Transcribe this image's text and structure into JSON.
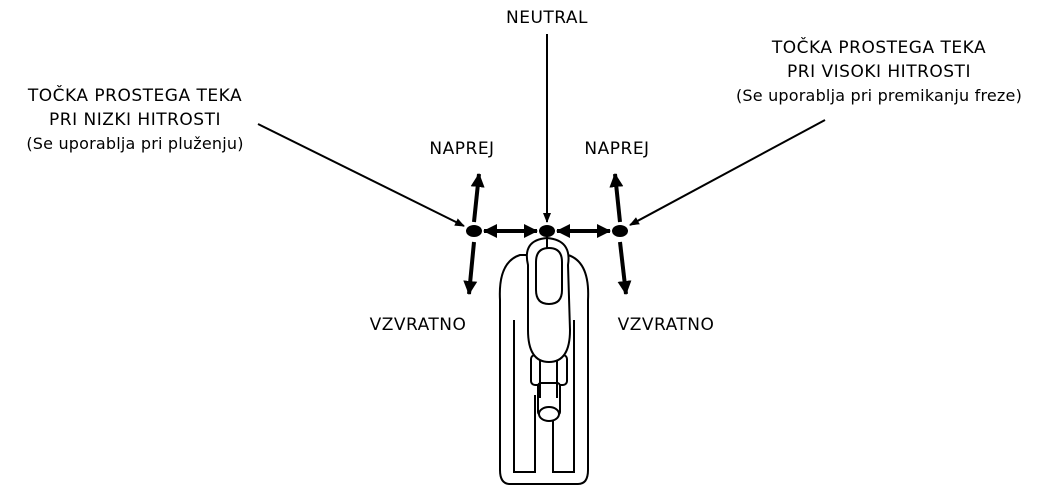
{
  "labels": {
    "neutral": "NEUTRAL",
    "low_speed": {
      "line1": "TOČKA PROSTEGA TEKA",
      "line2": "PRI NIZKI HITROSTI",
      "note": "(Se uporablja pri pluženju)"
    },
    "high_speed": {
      "line1": "TOČKA PROSTEGA TEKA",
      "line2": "PRI VISOKI HITROSTI",
      "note": "(Se uporablja pri premikanju freze)"
    },
    "forward_left": "NAPREJ",
    "forward_right": "NAPREJ",
    "reverse_left": "VZVRATNO",
    "reverse_right": "VZVRATNO"
  },
  "colors": {
    "ink": "#000000",
    "paper": "#ffffff"
  }
}
